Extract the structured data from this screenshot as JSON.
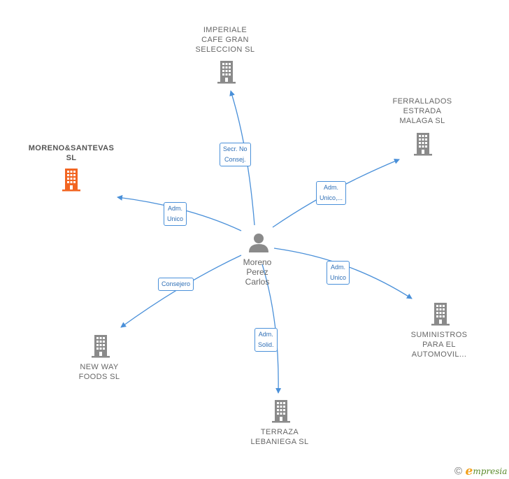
{
  "center": {
    "name_lines": [
      "Moreno",
      "Perez",
      "Carlos"
    ]
  },
  "companies": [
    {
      "id": "imperiale",
      "lines": [
        "IMPERIALE",
        "CAFE GRAN",
        "SELECCION  SL"
      ],
      "highlight": false
    },
    {
      "id": "ferrallados",
      "lines": [
        "FERRALLADOS",
        "ESTRADA",
        "MALAGA SL"
      ],
      "highlight": false
    },
    {
      "id": "moreno",
      "lines": [
        "MORENO&SANTEVAS",
        "SL"
      ],
      "highlight": true
    },
    {
      "id": "suministros",
      "lines": [
        "SUMINISTROS",
        "PARA EL",
        "AUTOMOVIL..."
      ],
      "highlight": false
    },
    {
      "id": "newway",
      "lines": [
        "NEW WAY",
        "FOODS  SL"
      ],
      "highlight": false
    },
    {
      "id": "terraza",
      "lines": [
        "TERRAZA",
        "LEBANIEGA  SL"
      ],
      "highlight": false
    }
  ],
  "relations": [
    {
      "to": "imperiale",
      "lines": [
        "Secr.  No",
        "Consej."
      ]
    },
    {
      "to": "ferrallados",
      "lines": [
        "Adm.",
        "Unico,..."
      ]
    },
    {
      "to": "moreno",
      "lines": [
        "Adm.",
        "Unico"
      ]
    },
    {
      "to": "suministros",
      "lines": [
        "Adm.",
        "Unico"
      ]
    },
    {
      "to": "newway",
      "lines": [
        "Consejero"
      ]
    },
    {
      "to": "terraza",
      "lines": [
        "Adm.",
        "Solid."
      ]
    }
  ],
  "colors": {
    "edge": "#4a90d9",
    "building": "#8a8a8a",
    "building_highlight": "#f26522",
    "person": "#8a8a8a"
  },
  "credit": {
    "symbol": "©",
    "brand_initial": "e",
    "brand_rest": "mpresia"
  }
}
